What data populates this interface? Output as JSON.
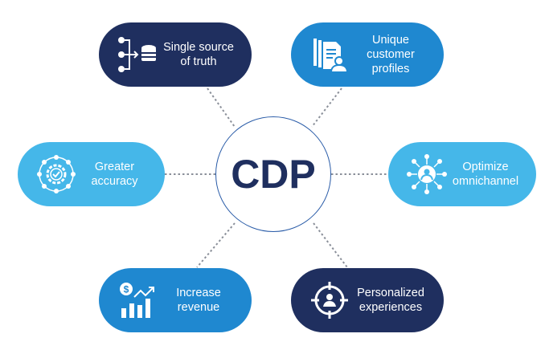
{
  "center": {
    "label": "CDP"
  },
  "nodes": [
    {
      "label": "Single source of truth",
      "icon": "database-merge-icon"
    },
    {
      "label": "Unique customer profiles",
      "icon": "profile-documents-icon"
    },
    {
      "label": "Greater accuracy",
      "icon": "gear-check-icon"
    },
    {
      "label": "Optimize omnichannel",
      "icon": "user-network-icon"
    },
    {
      "label": "Increase revenue",
      "icon": "revenue-chart-icon"
    },
    {
      "label": "Personalized experiences",
      "icon": "user-target-icon"
    }
  ],
  "colors": {
    "navy": "#1f2f5f",
    "mid": "#1f88d0",
    "light": "#45b7e9",
    "connector": "#8a8f99"
  }
}
